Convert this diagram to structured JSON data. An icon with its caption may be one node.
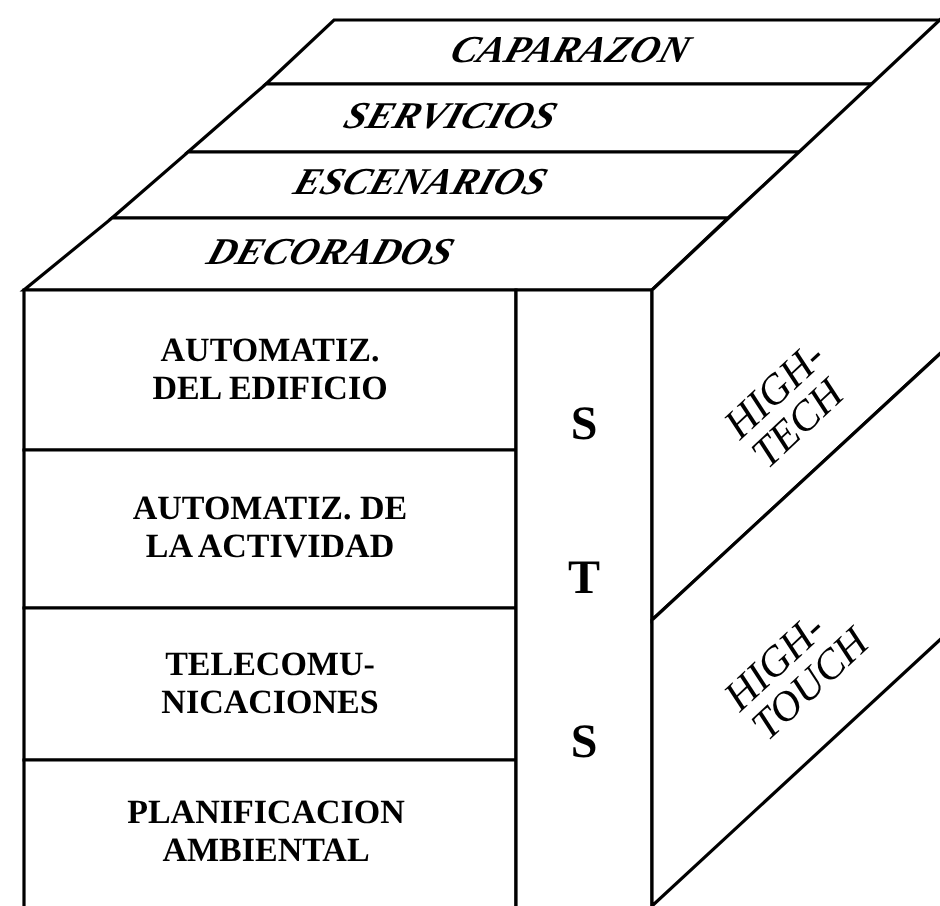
{
  "diagram": {
    "nodes": [
      {
        "text": [
          "CAPARAZON"
        ]
      },
      {
        "text": [
          "SERVICIOS"
        ]
      },
      {
        "text": [
          "ESCENARIOS"
        ]
      },
      {
        "text": [
          "DECORADOS"
        ]
      },
      {
        "text": [
          "AUTOMATIZ. DEL EDIFICIO"
        ]
      },
      {
        "text": [
          "AUTOMATIZ. DE LA ACTIVIDAD"
        ]
      },
      {
        "text": [
          "TELECOMU- NICACIONES"
        ]
      },
      {
        "text": [
          "PLANIFICACION AMBIENTAL"
        ]
      },
      {
        "text": [
          "S",
          "T",
          "S"
        ]
      },
      {
        "text": [
          "HIGH- TECH"
        ]
      },
      {
        "text": [
          "HIGH- TOUCH"
        ]
      }
    ]
  }
}
